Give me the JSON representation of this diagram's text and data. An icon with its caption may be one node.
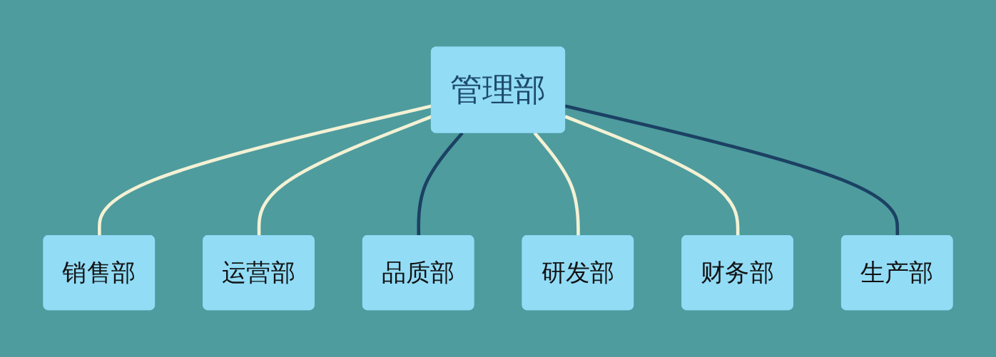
{
  "diagram": {
    "nodes": [
      {
        "text": [
          "管理部"
        ]
      },
      {
        "text": [
          "销售部"
        ]
      },
      {
        "text": [
          "运营部"
        ]
      },
      {
        "text": [
          "品质部"
        ]
      },
      {
        "text": [
          "研发部"
        ]
      },
      {
        "text": [
          "财务部"
        ]
      },
      {
        "text": [
          "生产部"
        ]
      }
    ],
    "edges": [
      {
        "from": 0,
        "to": 1,
        "arrow": "none"
      },
      {
        "from": 0,
        "to": 2,
        "arrow": "none"
      },
      {
        "from": 0,
        "to": 3,
        "arrow": "none",
        "color": "#1b4163"
      },
      {
        "from": 0,
        "to": 4,
        "arrow": "none"
      },
      {
        "from": 0,
        "to": 5,
        "arrow": "none"
      },
      {
        "from": 0,
        "to": 6,
        "arrow": "none",
        "color": "#1b4163"
      }
    ]
  }
}
